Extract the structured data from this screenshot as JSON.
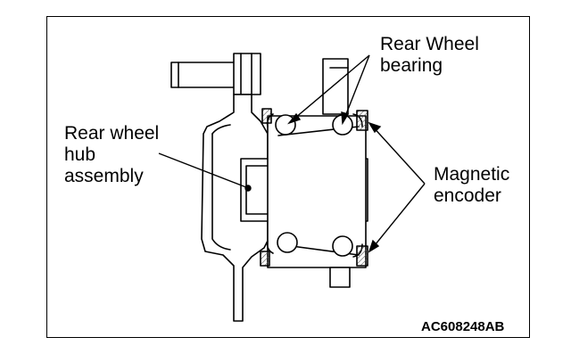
{
  "labels": {
    "rear_wheel_bearing": [
      "Rear Wheel",
      "bearing"
    ],
    "rear_wheel_hub_assembly": [
      "Rear wheel",
      "hub",
      "assembly"
    ],
    "magnetic_encoder": [
      "Magnetic",
      "encoder"
    ]
  },
  "figure_code": "AC608248AB",
  "colors": {
    "ink": "#000000",
    "background": "#ffffff",
    "hatch": "#555555"
  }
}
